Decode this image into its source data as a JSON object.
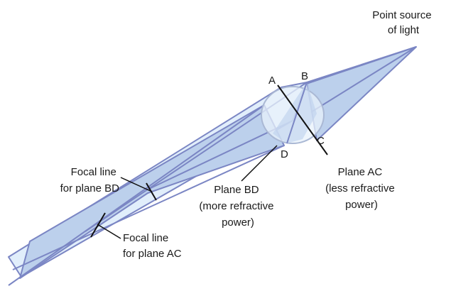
{
  "labels": {
    "point_a": "A",
    "point_b": "B",
    "point_c": "C",
    "point_d": "D",
    "source": [
      "Point source",
      "of light"
    ],
    "plane_ac": [
      "Plane AC",
      "(less refractive",
      "power)"
    ],
    "plane_bd": [
      "Plane BD",
      "(more refractive",
      "power)"
    ],
    "focal_bd": [
      "Focal line",
      "for plane BD"
    ],
    "focal_ac": [
      "Focal line",
      "for plane AC"
    ]
  },
  "colors": {
    "stroke": "#7b86c4",
    "fill_dark": "#bcd0ec",
    "fill_light": "#e1eefb",
    "lens_fill": "#e8f2fb",
    "lens_stroke": "#aab8d4",
    "line": "#111111"
  }
}
